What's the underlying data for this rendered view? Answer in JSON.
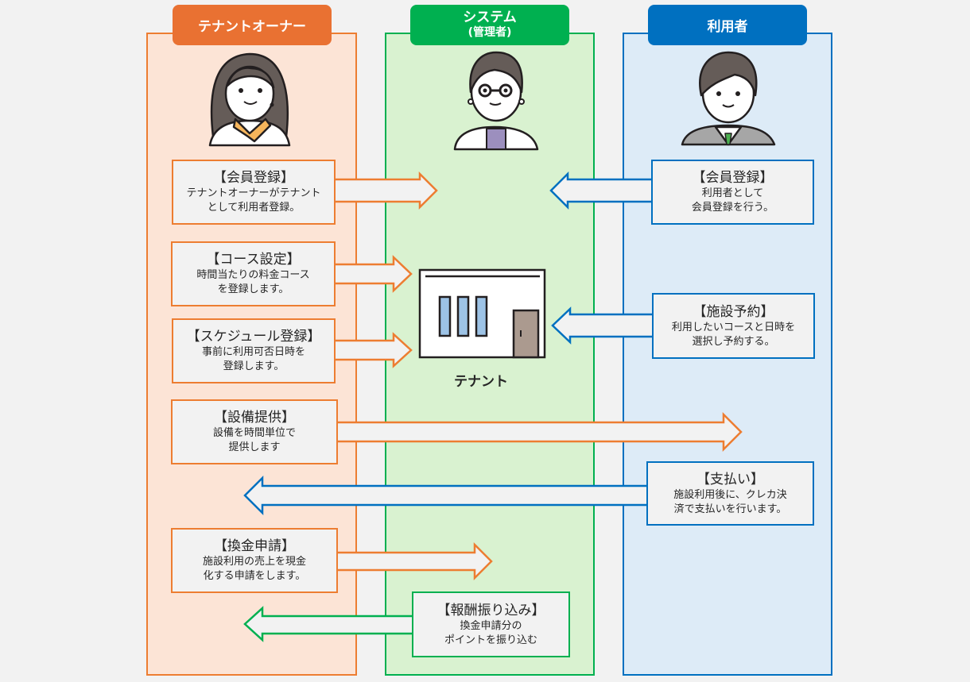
{
  "lanes": {
    "owner": {
      "title": "テナントオーナー",
      "color": "#ed7d31",
      "bg": "#fce4d6"
    },
    "system": {
      "title": "システム",
      "subtitle": "(管理者)",
      "color": "#00b050",
      "bg": "#d9f2d0"
    },
    "user": {
      "title": "利用者",
      "color": "#0070c0",
      "bg": "#ddebf7"
    }
  },
  "tenant": {
    "label": "テナント",
    "icon": "building-icon"
  },
  "steps": [
    {
      "title": "【会員登録】",
      "lines": [
        "テナントオーナーがテナント",
        "として利用者登録。"
      ],
      "from": "owner",
      "to": "system",
      "direction": "right"
    },
    {
      "title": "【会員登録】",
      "lines": [
        "利用者として",
        "会員登録を行う。"
      ],
      "from": "user",
      "to": "system",
      "direction": "left"
    },
    {
      "title": "【コース設定】",
      "lines": [
        "時間当たりの料金コース",
        "を登録します。"
      ],
      "from": "owner",
      "to": "tenant",
      "direction": "right"
    },
    {
      "title": "【スケジュール登録】",
      "lines": [
        "事前に利用可否日時を",
        "登録します。"
      ],
      "from": "owner",
      "to": "tenant",
      "direction": "right"
    },
    {
      "title": "【施設予約】",
      "lines": [
        "利用したいコースと日時を",
        "選択し予約する。"
      ],
      "from": "user",
      "to": "tenant",
      "direction": "left"
    },
    {
      "title": "【設備提供】",
      "lines": [
        "設備を時間単位で",
        "提供します"
      ],
      "from": "owner",
      "to": "user",
      "direction": "right"
    },
    {
      "title": "【支払い】",
      "lines": [
        "施設利用後に、クレカ決",
        "済で支払いを行います。"
      ],
      "from": "user",
      "to": "owner",
      "direction": "left"
    },
    {
      "title": "【換金申請】",
      "lines": [
        "施設利用の売上を現金",
        "化する申請をします。"
      ],
      "from": "owner",
      "to": "system",
      "direction": "right"
    },
    {
      "title": "【報酬振り込み】",
      "lines": [
        "換金申請分の",
        "ポイントを振り込む"
      ],
      "from": "system",
      "to": "owner",
      "direction": "left"
    }
  ]
}
